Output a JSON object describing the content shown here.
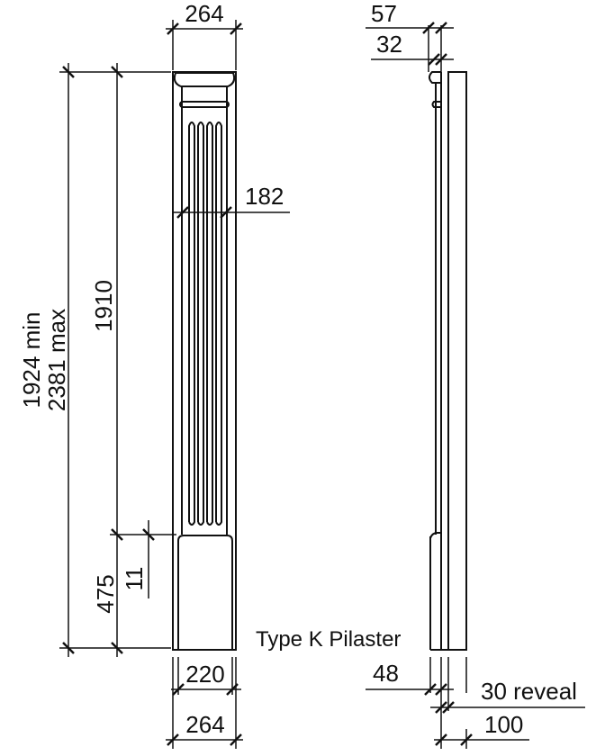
{
  "drawing": {
    "title": "Type K Pilaster",
    "front_view": {
      "top_width": "264",
      "flute_width": "182",
      "shaft_height": "1910",
      "overall_height_min": "1924 min",
      "overall_height_max": "2381 max",
      "plinth_height": "475",
      "plinth_step": "11",
      "plinth_width": "220",
      "base_width": "264"
    },
    "side_view": {
      "capital_projection": "57",
      "astragal_projection": "32",
      "plinth_depth": "48",
      "reveal": "30 reveal",
      "total_depth": "100"
    }
  }
}
